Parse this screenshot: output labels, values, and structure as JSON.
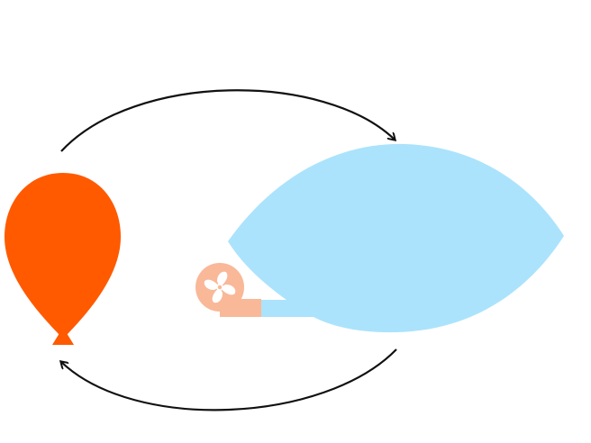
{
  "diagram": {
    "nodes": [
      {
        "id": "balloon",
        "icon": "balloon-icon",
        "color": "#FF5A00"
      },
      {
        "id": "inflated-shape",
        "icon": "lens-shape",
        "color": "#ABE3FC"
      },
      {
        "id": "fan-blower",
        "icon": "fan-icon",
        "color": "#F9B898",
        "blade_color": "#ffffff"
      }
    ],
    "edges": [
      {
        "from": "balloon",
        "to": "inflated-shape",
        "direction": "clockwise-top",
        "color": "#111111"
      },
      {
        "from": "inflated-shape",
        "to": "balloon",
        "direction": "clockwise-bottom",
        "color": "#111111"
      }
    ]
  }
}
